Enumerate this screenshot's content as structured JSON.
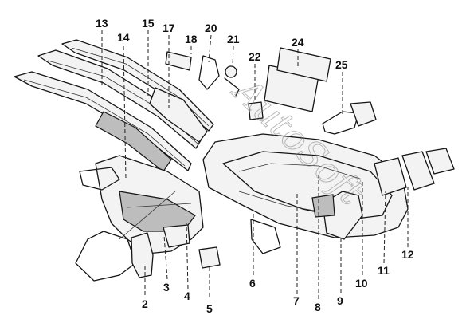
{
  "diagram": {
    "watermark": "AutoSoft",
    "callouts": [
      {
        "id": "c2",
        "label": "2"
      },
      {
        "id": "c3",
        "label": "3"
      },
      {
        "id": "c4",
        "label": "4"
      },
      {
        "id": "c5",
        "label": "5"
      },
      {
        "id": "c6",
        "label": "6"
      },
      {
        "id": "c7",
        "label": "7"
      },
      {
        "id": "c8",
        "label": "8"
      },
      {
        "id": "c9",
        "label": "9"
      },
      {
        "id": "c10",
        "label": "10"
      },
      {
        "id": "c11",
        "label": "11"
      },
      {
        "id": "c12",
        "label": "12"
      },
      {
        "id": "c13",
        "label": "13"
      },
      {
        "id": "c14",
        "label": "14"
      },
      {
        "id": "c15",
        "label": "15"
      },
      {
        "id": "c17",
        "label": "17"
      },
      {
        "id": "c18",
        "label": "18"
      },
      {
        "id": "c20",
        "label": "20"
      },
      {
        "id": "c21",
        "label": "21"
      },
      {
        "id": "c22",
        "label": "22"
      },
      {
        "id": "c24",
        "label": "24"
      },
      {
        "id": "c25",
        "label": "25"
      }
    ]
  }
}
